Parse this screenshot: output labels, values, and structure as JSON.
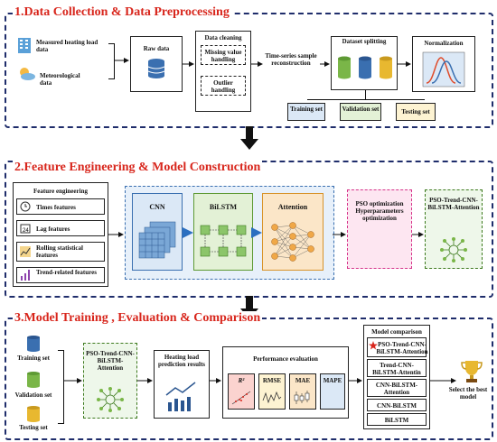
{
  "section1": {
    "title": "1.Data Collection & Data Preprocessing",
    "inputs": [
      "Measured heating load data",
      "Meteorological data"
    ],
    "raw_data": "Raw data",
    "data_cleaning": "Data cleaning",
    "missing_value": "Missing value handling",
    "outlier": "Outlier handling",
    "time_series": "Time-series sample reconstruction",
    "dataset_splitting": "Dataset splitting",
    "training_set": "Training set",
    "validation_set": "Validation set",
    "testing_set": "Testing set",
    "normalization": "Normalization"
  },
  "section2": {
    "title": "2.Feature Engineering & Model Construction",
    "feature_engineering": "Feature engineering",
    "features": [
      "Times features",
      "Lag features",
      "Rolling statistical features",
      "Trend-related features"
    ],
    "cnn": "CNN",
    "bilstm": "BiLSTM",
    "attention": "Attention",
    "pso": "PSO optimization Hyperparameters optimization",
    "model": "PSO-Trend-CNN-BiLSTM-Attention"
  },
  "section3": {
    "title": "3.Model Training , Evaluation & Comparison",
    "training_set": "Training set",
    "validation_set": "Validation set",
    "testing_set": "Testing set",
    "model": "PSO-Trend-CNN-BiLSTM-Attention",
    "prediction": "Heating load prediction results",
    "performance": "Performance evaluation",
    "metrics": [
      "R²",
      "RMSE",
      "MAE",
      "MAPE"
    ],
    "comparison_title": "Model comparison",
    "comparison_items": [
      "PSO-Trend-CNN-BiLSTM-Attention",
      "Trend-CNN-BiLSTM-Attentin",
      "CNN-BiLSTM-Attention",
      "CNN-BiLSTM",
      "BiLSTM"
    ],
    "select": "Select the best model"
  },
  "colors": {
    "title_red": "#d8261c",
    "border_navy": "#1f2d6b",
    "cnn_blue": "#dbe8f6",
    "bilstm_green": "#e3f1d6",
    "attention_orange": "#fbe6c8",
    "pso_pink": "#fde6f1"
  }
}
